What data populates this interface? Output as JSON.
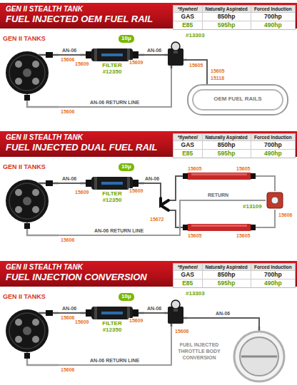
{
  "diagram": {
    "nodes": [
      {
        "text": [
          "GEN II STEALTH TANK",
          "FUEL INJECTED OEM FUEL RAIL"
        ]
      },
      {
        "text": [
          "GEN II TANKS"
        ]
      },
      {
        "text": [
          "10µ",
          "FILTER #12350"
        ]
      },
      {
        "text": [
          "#13303"
        ]
      },
      {
        "text": [
          "OEM FUEL RAILS"
        ]
      },
      {
        "text": [
          "GEN II STEALTH TANK",
          "FUEL INJECTED DUAL FUEL RAIL"
        ]
      },
      {
        "text": [
          "GEN II TANKS"
        ]
      },
      {
        "text": [
          "10µ",
          "FILTER #12350"
        ]
      },
      {
        "text": [
          "15672"
        ]
      },
      {
        "text": [
          "#13109"
        ]
      },
      {
        "text": [
          "GEN II STEALTH TANK",
          "FUEL INJECTION CONVERSION"
        ]
      },
      {
        "text": [
          "GEN II TANKS"
        ]
      },
      {
        "text": [
          "10µ",
          "FILTER #12350"
        ]
      },
      {
        "text": [
          "#13303"
        ]
      },
      {
        "text": [
          "FUEL INJECTED THROTTLE BODY CONVERSION"
        ]
      }
    ],
    "edges": [
      {
        "from": 1,
        "to": 2,
        "arrow": "none",
        "label": "AN-06"
      },
      {
        "from": 2,
        "to": 3,
        "arrow": "none",
        "label": "AN-06"
      },
      {
        "from": 3,
        "to": 4,
        "arrow": "none"
      },
      {
        "from": 3,
        "to": 1,
        "arrow": "none",
        "label": "AN-06 RETURN LINE"
      },
      {
        "from": 6,
        "to": 7,
        "arrow": "none",
        "label": "AN-06"
      },
      {
        "from": 7,
        "to": 8,
        "arrow": "none",
        "label": "AN-06"
      },
      {
        "from": 9,
        "to": 6,
        "arrow": "none",
        "label": "AN-06 RETURN LINE"
      },
      {
        "from": 11,
        "to": 12,
        "arrow": "none",
        "label": "AN-06"
      },
      {
        "from": 12,
        "to": 13,
        "arrow": "none",
        "label": "AN-06"
      },
      {
        "from": 13,
        "to": 14,
        "arrow": "none",
        "label": "AN-06"
      },
      {
        "from": 13,
        "to": 11,
        "arrow": "none",
        "label": "AN-06 RETURN LINE"
      }
    ],
    "labels": [
      "*flywheel",
      "Naturally Aspirated",
      "Forced Induction",
      "GAS",
      "850hp",
      "700hp",
      "E85",
      "595hp",
      "490hp",
      "15606",
      "15609",
      "15609",
      "15605",
      "15605",
      "15118",
      "15606",
      "*flywheel",
      "Naturally Aspirated",
      "Forced Induction",
      "GAS",
      "850hp",
      "700hp",
      "E85",
      "595hp",
      "490hp",
      "15609",
      "15609",
      "15605",
      "15605",
      "RETURN",
      "15606",
      "15605",
      "15605",
      "15606",
      "*flywheel",
      "Naturally Aspirated",
      "Forced Induction",
      "GAS",
      "850hp",
      "700hp",
      "E85",
      "595hp",
      "490hp",
      "15606",
      "15609",
      "15609",
      "15606",
      "15606"
    ]
  }
}
